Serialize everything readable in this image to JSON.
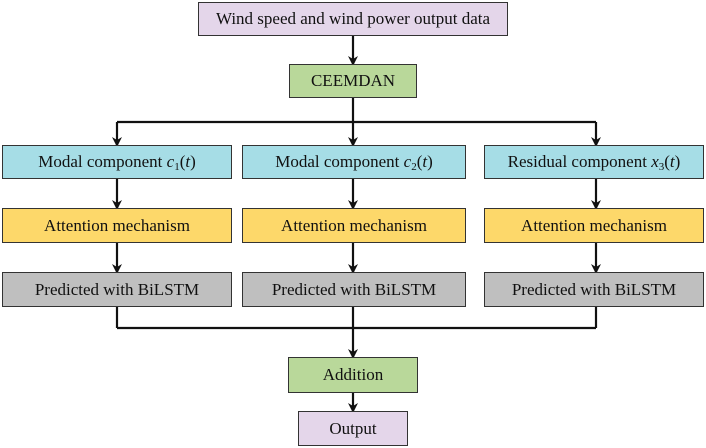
{
  "colors": {
    "purple": "#e4d6ea",
    "green": "#b9d89a",
    "blue": "#a6dde6",
    "yellow": "#fdd86a",
    "gray": "#bfbfbf",
    "line": "#111111"
  },
  "nodes": {
    "input": {
      "label": "Wind speed and wind power output data"
    },
    "ceemdan": {
      "label": "CEEMDAN"
    },
    "branches": [
      {
        "component_prefix": "Modal component ",
        "var": "c",
        "sub": "1",
        "arg_open": "(",
        "arg": "t",
        "arg_close": ")",
        "attention": "Attention mechanism",
        "predict": "Predicted with BiLSTM"
      },
      {
        "component_prefix": "Modal component ",
        "var": "c",
        "sub": "2",
        "arg_open": "(",
        "arg": "t",
        "arg_close": ")",
        "attention": "Attention mechanism",
        "predict": "Predicted with BiLSTM"
      },
      {
        "component_prefix": "Residual component ",
        "var": "x",
        "sub": "3",
        "arg_open": "(",
        "arg": "t",
        "arg_close": ")",
        "attention": "Attention mechanism",
        "predict": "Predicted with BiLSTM"
      }
    ],
    "addition": {
      "label": "Addition"
    },
    "output": {
      "label": "Output"
    }
  }
}
